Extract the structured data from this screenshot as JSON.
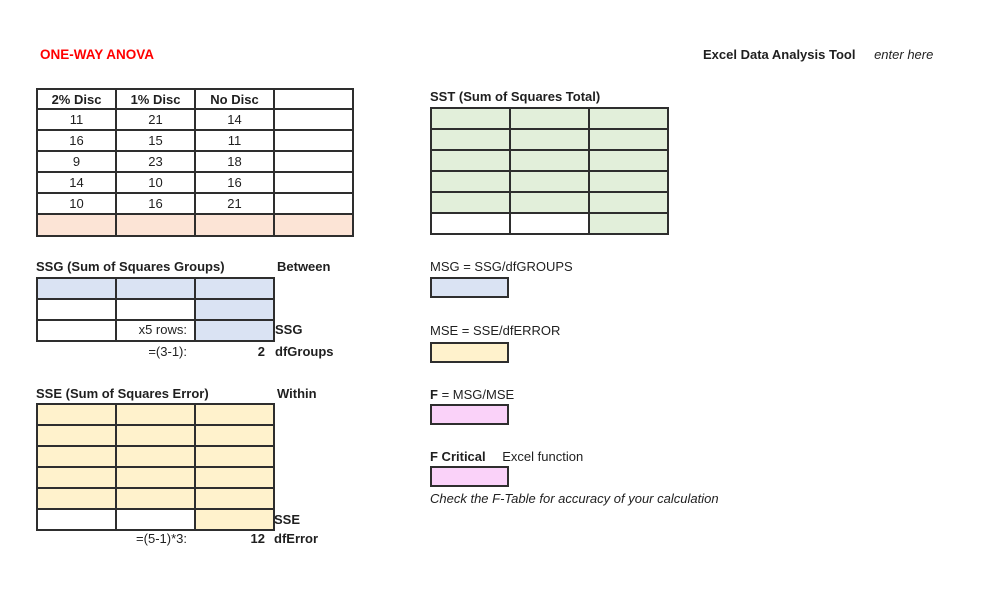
{
  "title": {
    "text": "ONE-WAY ANOVA",
    "color": "#ff0000"
  },
  "header_right": {
    "tool_label": "Excel Data Analysis Tool",
    "hint": "enter here"
  },
  "colors": {
    "peach": "#fce4d6",
    "green": "#e2efda",
    "blue": "#dae3f3",
    "yellow": "#fff2cc",
    "pink": "#fad2f9",
    "border": "#2e2e2e"
  },
  "data_table": {
    "headers": [
      "2% Disc",
      "1% Disc",
      "No Disc"
    ],
    "rows": [
      [
        "11",
        "21",
        "14"
      ],
      [
        "16",
        "15",
        "11"
      ],
      [
        "9",
        "23",
        "18"
      ],
      [
        "14",
        "10",
        "16"
      ],
      [
        "10",
        "16",
        "21"
      ]
    ]
  },
  "sst": {
    "label": "SST (Sum of Squares Total)"
  },
  "ssg": {
    "label": "SSG (Sum of Squares Groups)",
    "side_label": "Between",
    "multiplier_label": "x5 rows:",
    "result_label": "SSG",
    "df_formula": "=(3-1):",
    "df_value": "2",
    "df_label": "dfGroups"
  },
  "sse": {
    "label": "SSE (Sum of Squares Error)",
    "side_label": "Within",
    "result_label": "SSE",
    "df_formula": "=(5-1)*3:",
    "df_value": "12",
    "df_label": "dfError"
  },
  "msg": {
    "label": "MSG = SSG/dfGROUPS"
  },
  "mse": {
    "label": "MSE = SSE/dfERROR"
  },
  "f": {
    "label_prefix": "F",
    "label_suffix": " = MSG/MSE"
  },
  "f_critical": {
    "label": "F Critical",
    "hint": "Excel function"
  },
  "note": {
    "text": "Check the F-Table for accuracy of your calculation"
  }
}
